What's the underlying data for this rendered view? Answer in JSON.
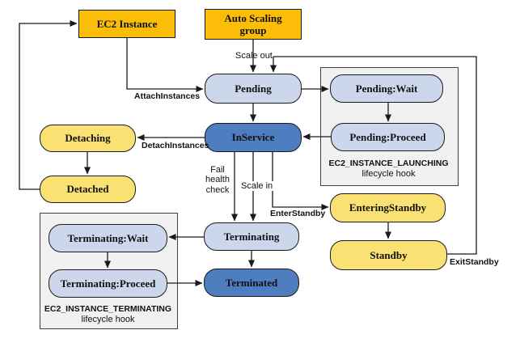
{
  "colors": {
    "orange": "#FBBD08",
    "light_blue": "#CDD7EC",
    "dark_blue": "#4E7DC0",
    "yellow": "#FAE173",
    "hook_bg": "#F1F1F1",
    "line": "#1A1A1A"
  },
  "nodes": {
    "ec2_instance": {
      "label": "EC2 Instance"
    },
    "auto_scaling_group": {
      "label": "Auto Scaling group"
    },
    "pending": {
      "label": "Pending"
    },
    "pending_wait": {
      "label": "Pending:Wait"
    },
    "pending_proceed": {
      "label": "Pending:Proceed"
    },
    "inservice": {
      "label": "InService"
    },
    "detaching": {
      "label": "Detaching"
    },
    "detached": {
      "label": "Detached"
    },
    "entering_standby": {
      "label": "EnteringStandby"
    },
    "standby": {
      "label": "Standby"
    },
    "terminating": {
      "label": "Terminating"
    },
    "terminated": {
      "label": "Terminated"
    },
    "terminating_wait": {
      "label": "Terminating:Wait"
    },
    "terminating_proceed": {
      "label": "Terminating:Proceed"
    }
  },
  "edge_labels": {
    "scale_out": "Scale out",
    "attach_instances": "AttachInstances",
    "detach_instances": "DetachInstances",
    "fail_health_check": "Fail health check",
    "scale_in": "Scale in",
    "enter_standby": "EnterStandby",
    "exit_standby": "ExitStandby"
  },
  "hooks": {
    "launching": {
      "name": "EC2_INSTANCE_LAUNCHING",
      "caption": "lifecycle hook"
    },
    "terminating": {
      "name": "EC2_INSTANCE_TERMINATING",
      "caption": "lifecycle hook"
    }
  }
}
